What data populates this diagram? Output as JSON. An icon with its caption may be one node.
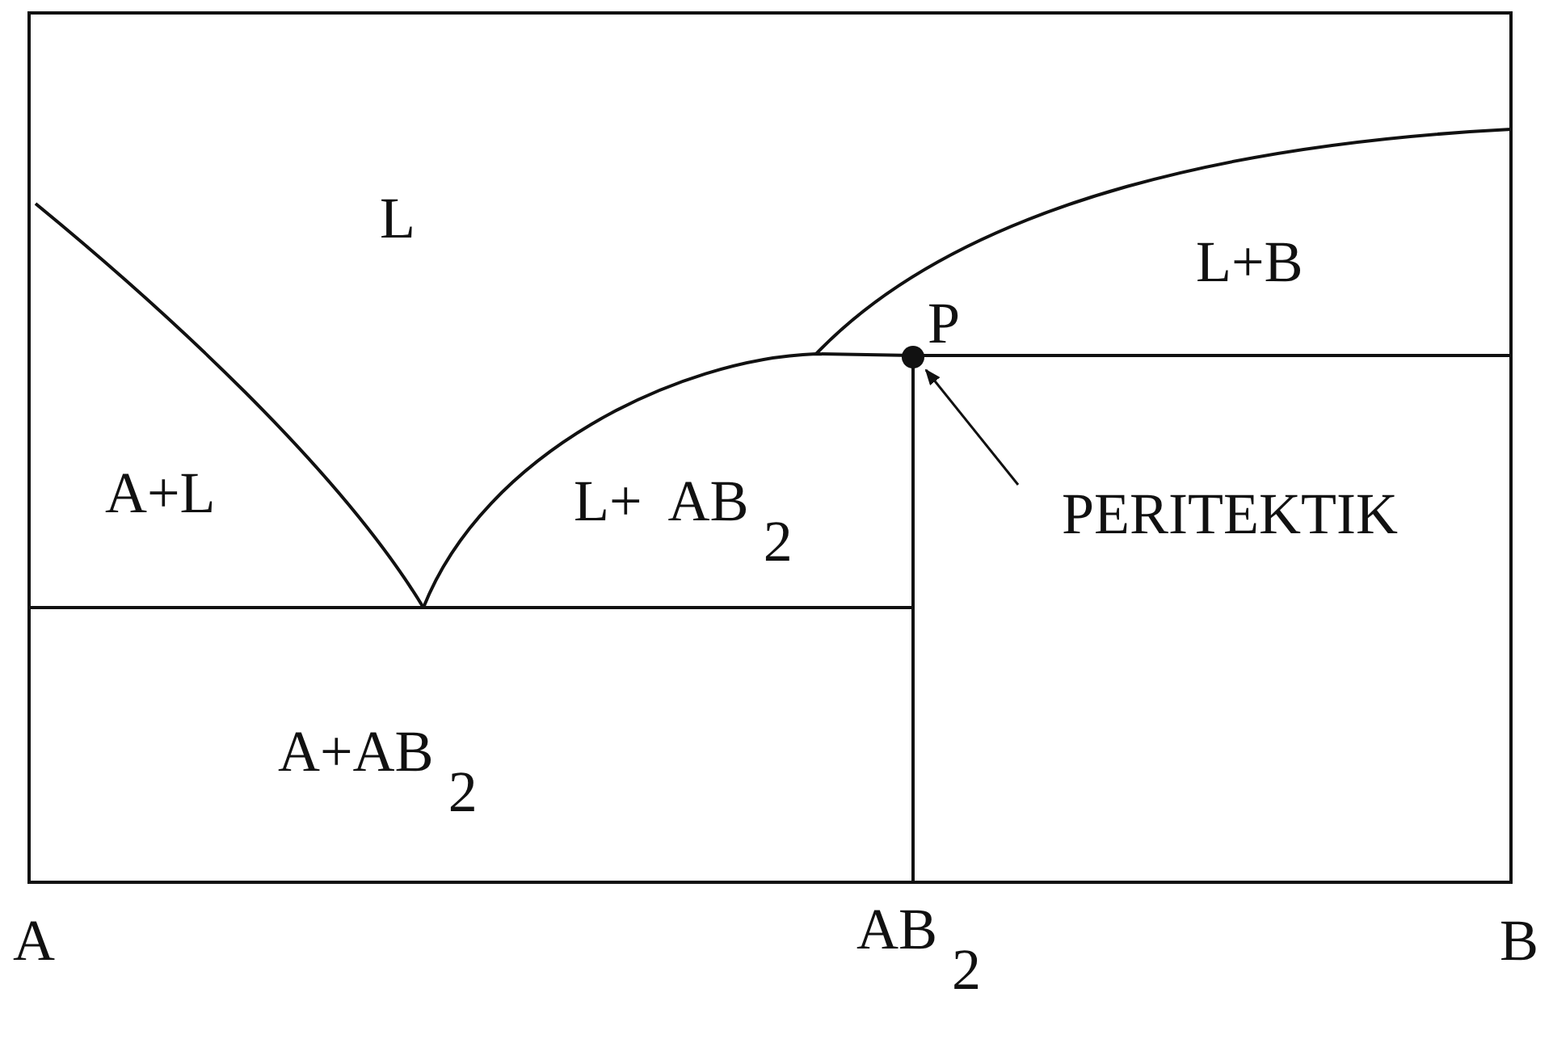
{
  "diagram": {
    "nodes": [
      {
        "text": [
          "PERITEKTIK"
        ]
      },
      {
        "text": [],
        "shape": "circle",
        "beside": [
          "P"
        ]
      }
    ],
    "edges": [
      {
        "from": 0,
        "to": 1,
        "arrow": "to"
      }
    ],
    "labels": [
      "L",
      "L+B",
      "A+L",
      "L+  AB$_{2}$",
      "A+AB$_{2}$",
      "A",
      "AB$_{2}$",
      "B"
    ]
  }
}
